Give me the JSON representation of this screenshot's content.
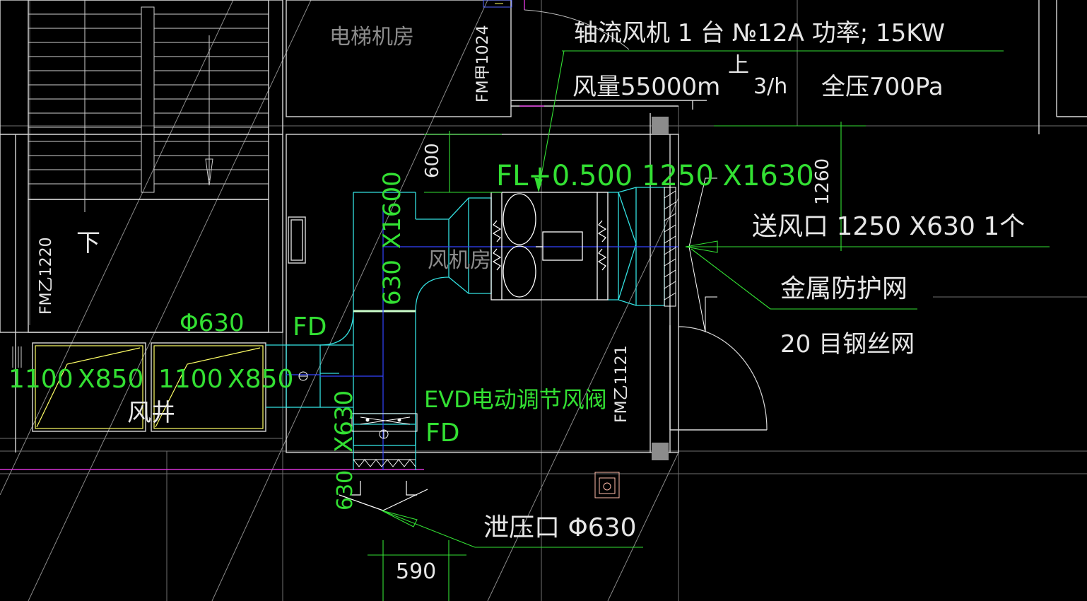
{
  "labels": {
    "elevator_room": "电梯机房",
    "door_fm_jia_1024": "FM甲1024",
    "door_fm_yi_1220": "FM乙1220",
    "door_fm_yi_1121": "FM乙1121",
    "stair_down": "下",
    "stair_up": "上",
    "fan_room": "风机房",
    "shaft": "风井",
    "fan_spec_line1": "轴流风机 1 台  №12A      功率; 15KW",
    "fan_spec_line2": "风量55000m",
    "fan_spec_unit": "3/h",
    "fan_spec_pressure": "全压700Pa",
    "fl_dim": "FL+0.500 1250  X1630",
    "supply_outlet": "送风口 1250  X630   1个",
    "metal_mesh": "金属防护网",
    "wire_mesh": "20 目钢丝网",
    "phi630_top": "Φ630",
    "fd_upper": "FD",
    "fd_lower": "FD",
    "evd": "EVD电动调节风阀",
    "relief_outlet": "泄压口  Φ630",
    "duct_1100_left": "1100",
    "duct_x850_left": "X850",
    "duct_1100_right": "1100",
    "duct_x850_right": "X850",
    "duct_1600": "X1600",
    "duct_630v": "630",
    "duct_x630_lower": "X630",
    "duct_630_bottom": "630",
    "dim_600": "600",
    "dim_1260": "1260",
    "dim_590": "590"
  },
  "colors": {
    "background": "#000000",
    "wall": "#d9d9d9",
    "grid": "#7a7a7a",
    "annotation": "#33e033",
    "duct": "#33e0e0",
    "axis": "#3344ff",
    "equipment": "#ffffff",
    "shaft_fill": "#ffff66",
    "magenta": "#e040e0"
  }
}
